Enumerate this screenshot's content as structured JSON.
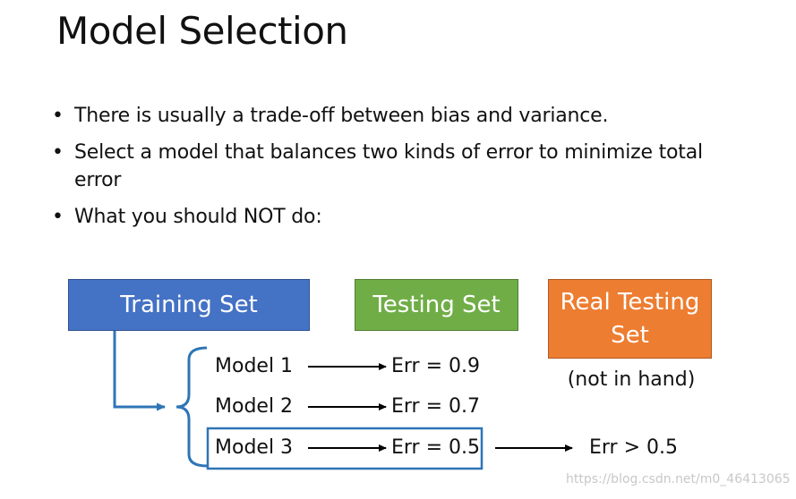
{
  "title": "Model Selection",
  "bullets": [
    "There is usually a trade-off between bias and variance.",
    "Select a model that balances two kinds of error to minimize total error",
    "What you should NOT do:"
  ],
  "boxes": {
    "training": "Training Set",
    "testing": "Testing Set",
    "real_testing": "Real Testing Set"
  },
  "real_note": "(not in hand)",
  "models": [
    {
      "name": "Model 1",
      "err": "Err = 0.9"
    },
    {
      "name": "Model 2",
      "err": "Err = 0.7"
    },
    {
      "name": "Model 3",
      "err": "Err = 0.5"
    }
  ],
  "real_err": "Err > 0.5",
  "watermark": "https://blog.csdn.net/m0_46413065",
  "colors": {
    "training": "#4472c4",
    "testing": "#70ad47",
    "real_testing": "#ed7d31",
    "connector": "#2e75b6"
  }
}
